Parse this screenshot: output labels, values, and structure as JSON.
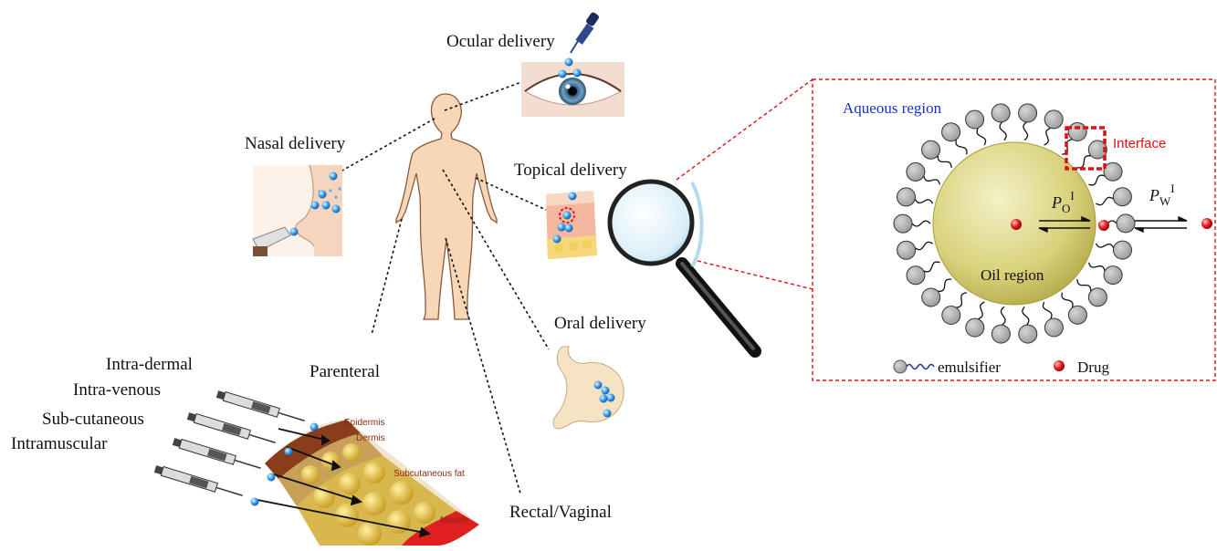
{
  "labels": {
    "ocular": "Ocular delivery",
    "nasal": "Nasal delivery",
    "topical": "Topical delivery",
    "oral": "Oral delivery",
    "parenteral": "Parenteral",
    "rectal": "Rectal/Vaginal",
    "intradermal": "Intra-dermal",
    "intravenous": "Intra-venous",
    "subcutaneous": "Sub-cutaneous",
    "intramuscular": "Intramuscular"
  },
  "skin_layers": {
    "epidermis": "Epidermis",
    "dermis": "Dermis",
    "subcutaneous_fat": "Subcutaneous fat",
    "muscle": "Muscle"
  },
  "emulsion": {
    "aqueous": "Aqueous region",
    "interface": "Interface",
    "oil": "Oil region",
    "po_symbol": "P",
    "po_sub": "O",
    "po_sup": "I",
    "pw_symbol": "P",
    "pw_sub": "W",
    "pw_sup": "I",
    "legend_emulsifier": "emulsifier",
    "legend_drug": "Drug"
  },
  "colors": {
    "skin": "#f8d7b8",
    "outline": "#8a5a3a",
    "oil": "#d7d27a",
    "droplet_blue": "#2f8de0",
    "drug_red": "#e81818",
    "frame_red": "#e01010",
    "aqueous_text": "#1a2fd0"
  }
}
